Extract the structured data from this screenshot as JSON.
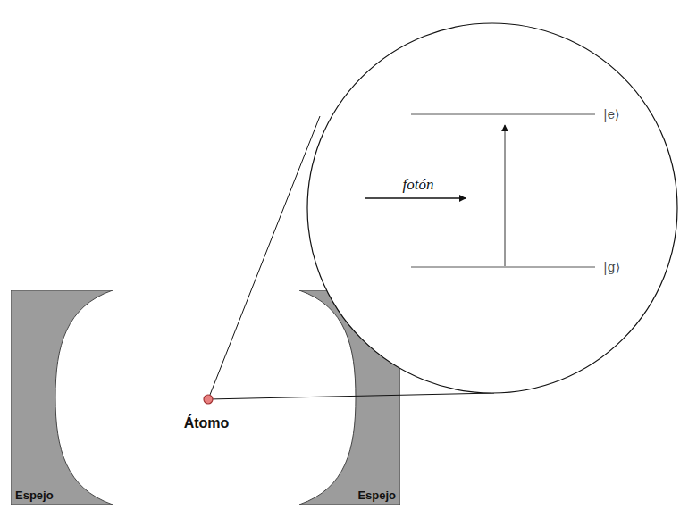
{
  "diagram": {
    "nodes": [
      {
        "text": [
          "Espejo"
        ]
      },
      {
        "text": [
          "Espejo"
        ]
      }
    ],
    "labels": [
      "Átomo",
      "fotón",
      "|e⟩",
      "|g⟩"
    ]
  }
}
